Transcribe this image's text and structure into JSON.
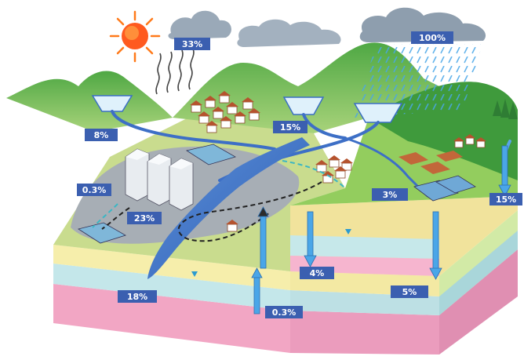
{
  "labels": {
    "evaporation": "33%",
    "rainfall": "100%",
    "left_reservoir": "8%",
    "center_reservoir": "15%",
    "industrial": "0.3%",
    "urban_use": "23%",
    "river_outflow": "18%",
    "irrigation": "3%",
    "right_spring": "15%",
    "infiltration_mid": "4%",
    "infiltration_right": "5%",
    "deep_groundwater": "0.3%"
  },
  "colors": {
    "label_box": "#3b5fb0",
    "water": "#3a6fc4",
    "hill": "#59b348",
    "ground_top": "#c7d98a",
    "clay": "#f3e8a4",
    "aquifer": "#bfe3e6",
    "bedrock": "#f0a0c0",
    "urban": "#a9b0b6"
  },
  "icons": [
    "sun-icon",
    "cloud-icon",
    "rain-icon",
    "reservoir-icon",
    "water-level-icon"
  ]
}
